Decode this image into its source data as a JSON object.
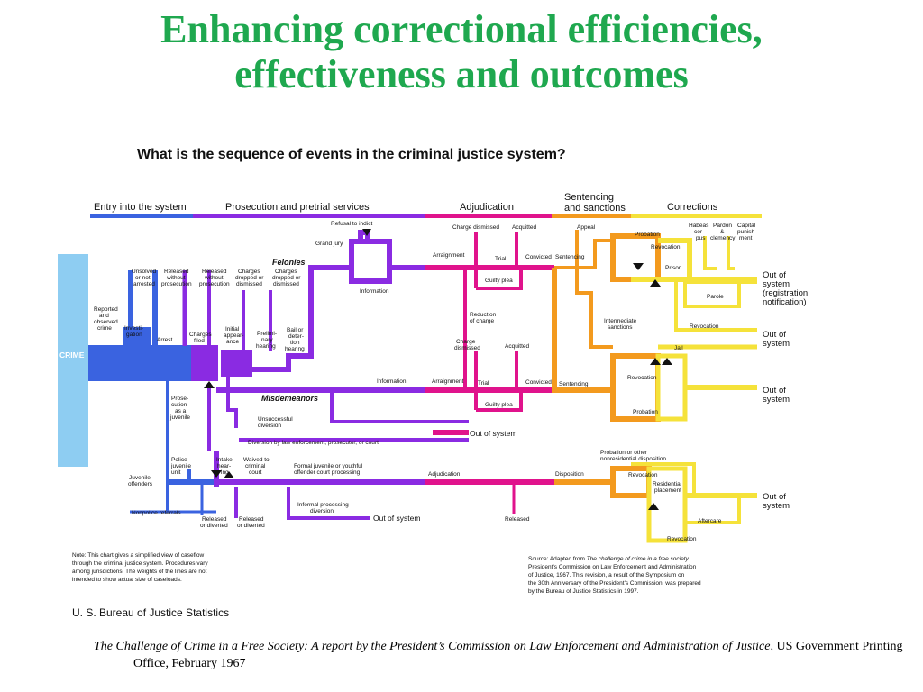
{
  "slide": {
    "title_line1": "Enhancing correctional efficiencies,",
    "title_line2": "effectiveness and outcomes",
    "citation_italic": "The Challenge of Crime in a Free Society:  A report by the President’s Commission on Law Enforcement and Administration of Justice,",
    "citation_plain": " US Government Printing Office, February 1967"
  },
  "diagram": {
    "question": "What is the sequence of events in the criminal justice system?",
    "colors": {
      "entry": "#3a63e0",
      "prosecution": "#8a2be2",
      "adjudication": "#e0138c",
      "sentencing": "#f39a1e",
      "corrections": "#f5e23a",
      "crime_box": "#8ecdf2",
      "stage_line": "#7b3fd0"
    },
    "stages": {
      "entry": "Entry into the system",
      "prosecution": "Prosecution and pretrial services",
      "adjudication": "Adjudication",
      "sentencing_1": "Sentencing",
      "sentencing_2": "and sanctions",
      "corrections": "Corrections"
    },
    "crime": "CRIME",
    "felonies": "Felonies",
    "misdemeanors": "Misdemeanors",
    "labels": {
      "reported_1": "Reported",
      "reported_2": "and",
      "reported_3": "observed",
      "reported_4": "crime",
      "investigation_1": "Investi-",
      "investigation_2": "gation",
      "arrest": "Arrest",
      "unsolved_1": "Unsolved",
      "unsolved_2": "or not",
      "unsolved_3": "arrested",
      "rwp1_1": "Released",
      "rwp1_2": "without",
      "rwp1_3": "prosecution",
      "rwp2_1": "Released",
      "rwp2_2": "without",
      "rwp2_3": "prosecution",
      "cdd1_1": "Charges",
      "cdd1_2": "dropped or",
      "cdd1_3": "dismissed",
      "cdd2_1": "Charges",
      "cdd2_2": "dropped or",
      "cdd2_3": "dismissed",
      "charges_filed_1": "Charges",
      "charges_filed_2": "filed",
      "initial_1": "Initial",
      "initial_2": "appear-",
      "initial_3": "ance",
      "prelim_1": "Prelimi-",
      "prelim_2": "nary",
      "prelim_3": "hearing",
      "bail_1": "Bail or",
      "bail_2": "deter-",
      "bail_3": "tion",
      "bail_4": "hearing",
      "grand_jury": "Grand jury",
      "refusal": "Refusal to indict",
      "information_top": "Information",
      "information_mid": "Information",
      "prosecution_juv_1": "Prose-",
      "prosecution_juv_2": "cution",
      "prosecution_juv_3": "as a",
      "prosecution_juv_4": "juvenile",
      "unsuccessful_1": "Unsuccessful",
      "unsuccessful_2": "diversion",
      "diversion_le": "Diversion by law enforcement, prosecutor, or court",
      "police_juv_1": "Police",
      "police_juv_2": "juvenile",
      "police_juv_3": "unit",
      "juv_offenders_1": "Juvenile",
      "juv_offenders_2": "offenders",
      "intake_1": "Intake",
      "intake_2": "hear-",
      "intake_3": "ing",
      "waived_1": "Waived to",
      "waived_2": "criminal",
      "waived_3": "court",
      "formal_juv_1": "Formal juvenile or youthful",
      "formal_juv_2": "offender court processing",
      "informal_1": "Informal processing",
      "informal_2": "diversion",
      "nonpolice": "Nonpolice referrals",
      "rel_div_1a": "Released",
      "rel_div_1b": "or diverted",
      "rel_div_2a": "Released",
      "rel_div_2b": "or diverted",
      "charge_dismissed": "Charge dismissed",
      "acquitted_top": "Acquitted",
      "arraignment_top": "Arraignment",
      "trial_top": "Trial",
      "guilty_plea_top": "Guilty plea",
      "convicted_top": "Convicted",
      "sentencing_top": "Sentencing",
      "reduction_1": "Reduction",
      "reduction_2": "of charge",
      "charge_dismissed_mid_1": "Charge",
      "charge_dismissed_mid_2": "dismissed",
      "acquitted_mid": "Acquitted",
      "arraignment_mid": "Arraignment",
      "trial_mid": "Trial",
      "convicted_mid": "Convicted",
      "sentencing_mid": "Sentencing",
      "guilty_plea_mid": "Guilty plea",
      "out_of_system_mid": "Out of system",
      "out_of_system_low": "Out of system",
      "adjudication_juv": "Adjudication",
      "released_juv": "Released",
      "disposition": "Disposition",
      "appeal": "Appeal",
      "probation_top": "Probation",
      "revocation_top": "Revocation",
      "prison": "Prison",
      "habeas_1": "Habeas",
      "habeas_2": "cor-",
      "habeas_3": "pus",
      "pardon_1": "Pardon",
      "pardon_2": "&",
      "pardon_3": "clemency",
      "capital_1": "Capital",
      "capital_2": "punish-",
      "capital_3": "ment",
      "parole": "Parole",
      "revocation_parole": "Revocation",
      "intermediate_1": "Intermediate",
      "intermediate_2": "sanctions",
      "jail": "Jail",
      "revocation_jail": "Revocation",
      "probation_mid": "Probation",
      "prob_other_1": "Probation or other",
      "prob_other_2": "nonresidential disposition",
      "revocation_juv": "Revocation",
      "residential_1": "Residential",
      "residential_2": "placement",
      "aftercare": "Aftercare",
      "revocation_after": "Revocation",
      "out1_1": "Out of",
      "out1_2": "system",
      "out1_3": "(registration,",
      "out1_4": "notification)",
      "out2_1": "Out of",
      "out2_2": "system",
      "out3_1": "Out of",
      "out3_2": "system",
      "out4_1": "Out of",
      "out4_2": "system"
    },
    "note": [
      "Note:  This chart gives a simplified view of caseflow",
      "through the criminal justice system.  Procedures vary",
      "among jurisdictions.  The weights of the lines are not",
      "intended to show actual size of caseloads."
    ],
    "source_prefix": "Source:  Adapted from ",
    "source_italic": "The challenge of crime in a free society.",
    "source_lines": [
      "President's Commission on Law Enforcement and Administration",
      "of Justice, 1967.  This revision, a result of the Symposium on",
      "the 30th Anniversary of the President's Commission, was prepared",
      "by the Bureau of Justice Statistics in 1997."
    ],
    "agency": "U. S. Bureau of Justice Statistics"
  }
}
